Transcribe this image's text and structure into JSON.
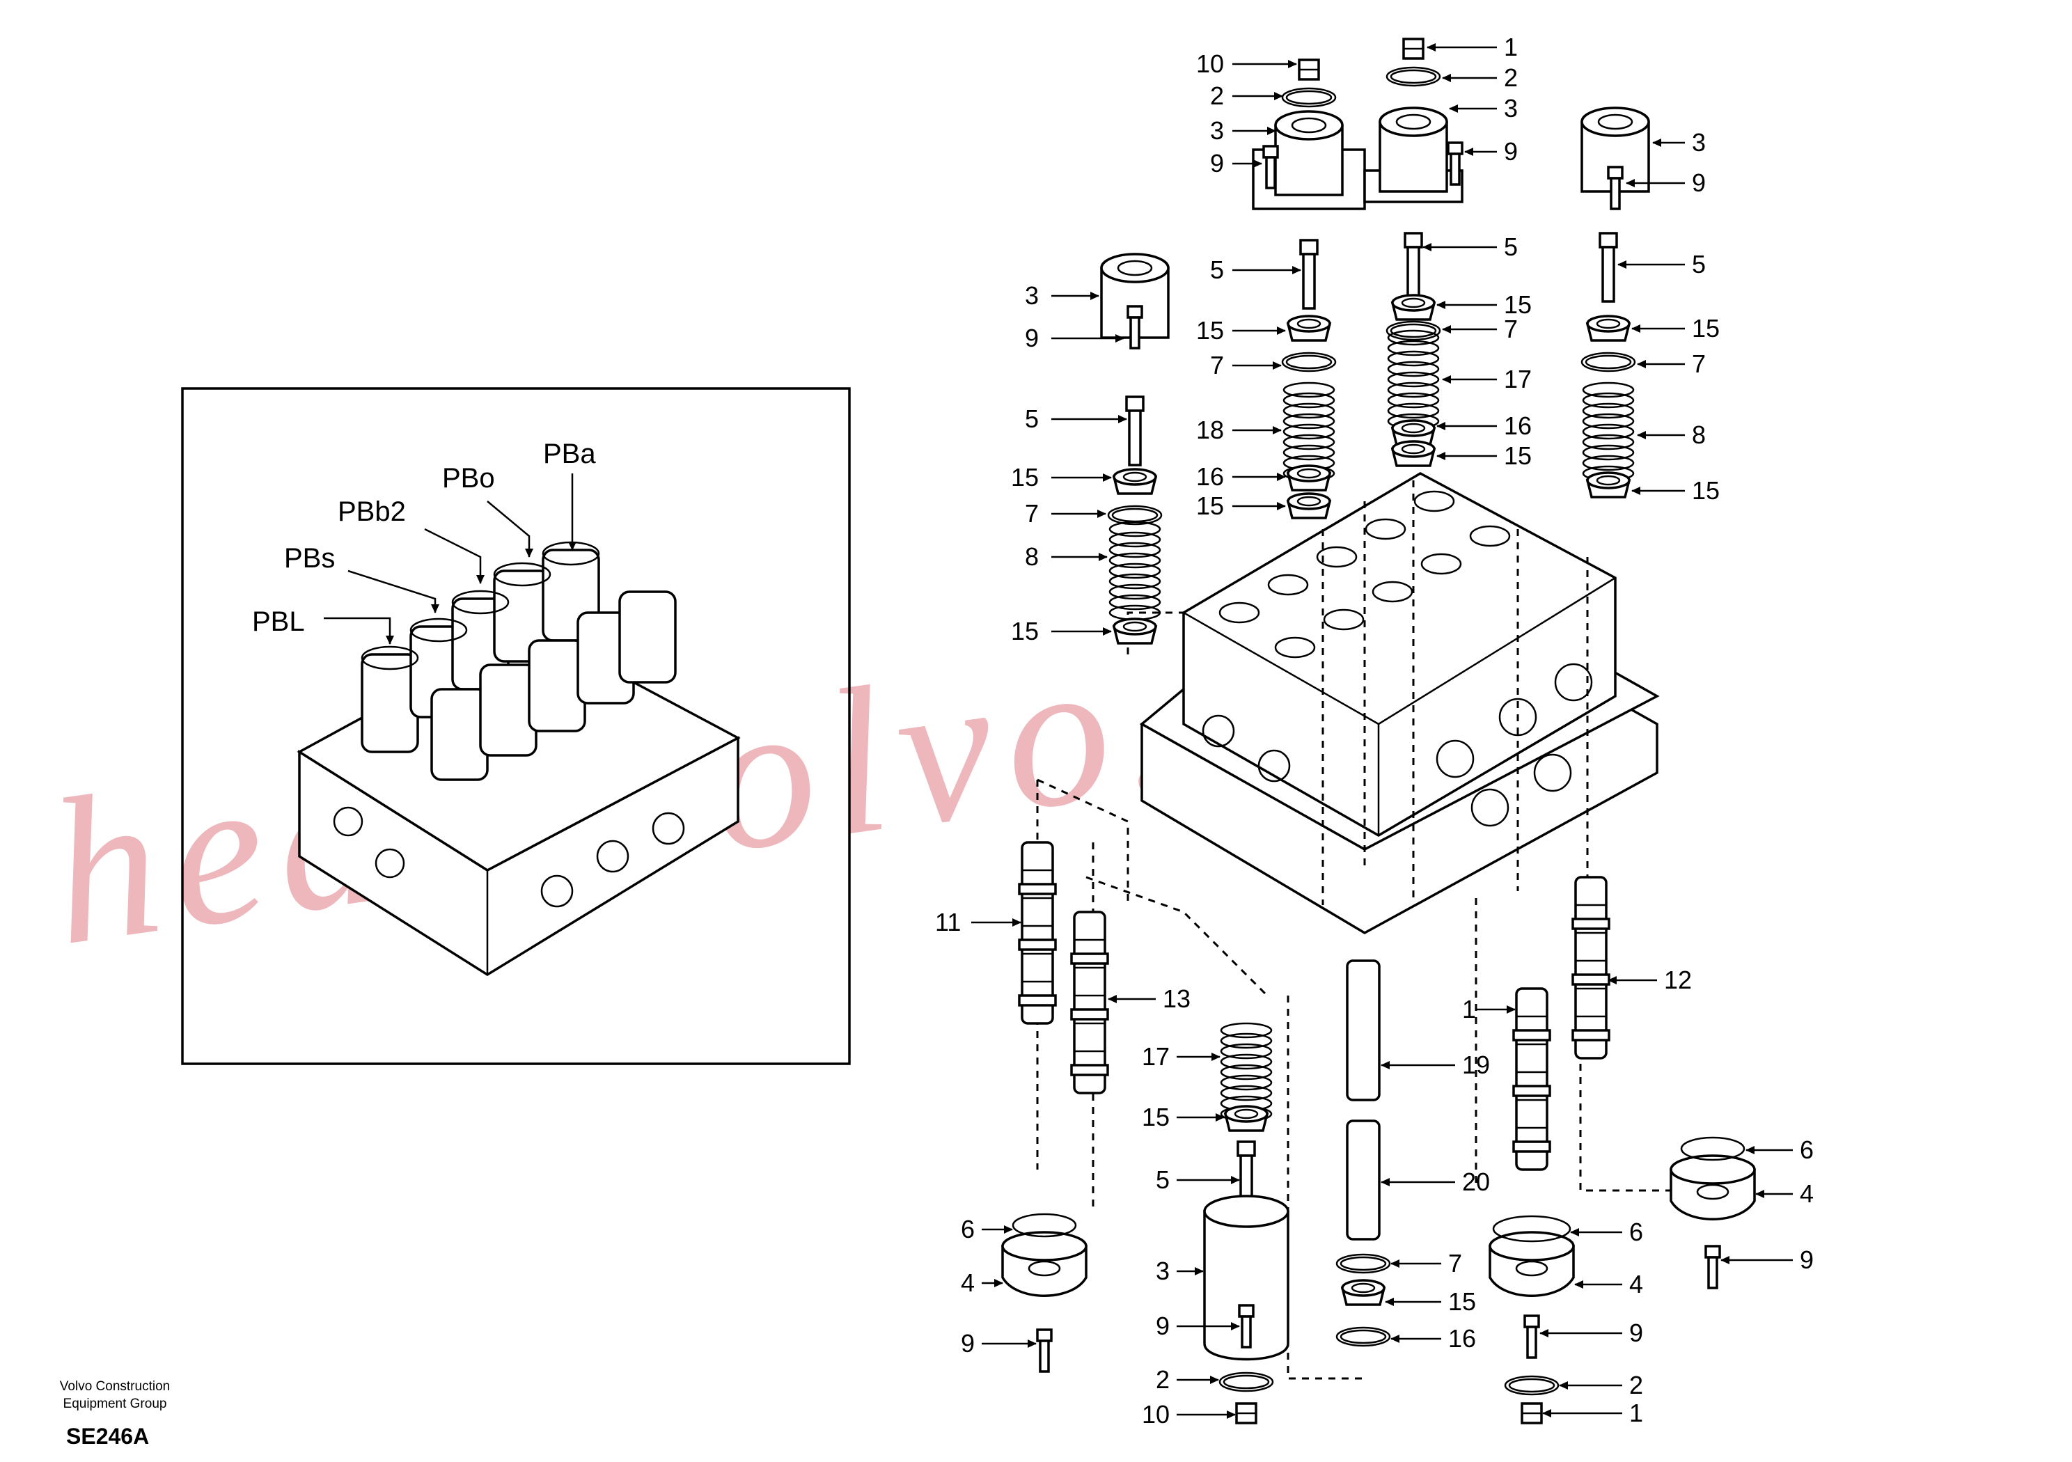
{
  "callouts": [
    "1",
    "2",
    "3",
    "4",
    "5",
    "6",
    "7",
    "8",
    "9",
    "10",
    "11",
    "12",
    "13",
    "15",
    "16",
    "17",
    "18",
    "19",
    "20"
  ],
  "inset": {
    "labels": [
      "PBa",
      "PBo",
      "PBb2",
      "PBs",
      "PBL"
    ]
  },
  "footer": {
    "company_line1": "Volvo Construction",
    "company_line2": "Equipment Group",
    "code": "SE246A"
  },
  "watermark": "heavyvolvo.com"
}
